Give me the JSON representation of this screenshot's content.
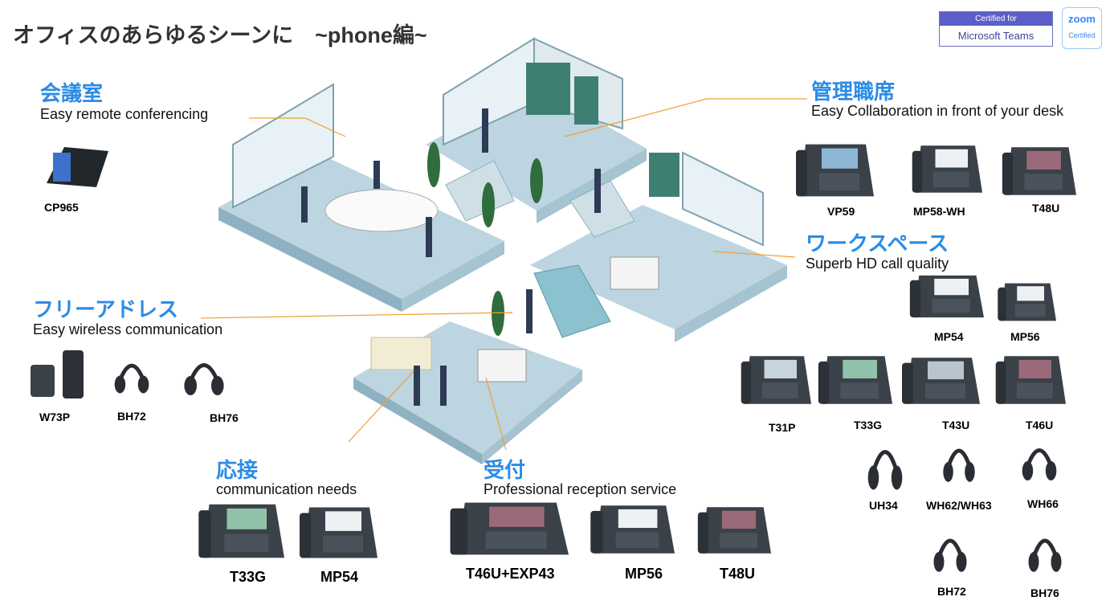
{
  "page_title": "オフィスのあらゆるシーンに　~phone編~",
  "badges": {
    "teams_top": "Certified for",
    "teams_bottom": "Microsoft Teams",
    "zoom_top": "zoom",
    "zoom_bottom": "Certified"
  },
  "zones": {
    "conference": {
      "title": "会議室",
      "desc": "Easy remote conferencing",
      "products": [
        "CP965"
      ]
    },
    "management": {
      "title": "管理職席",
      "desc": "Easy Collaboration in front of your desk",
      "products": [
        "VP59",
        "MP58-WH",
        "T48U"
      ]
    },
    "workspace": {
      "title": "ワークスペース",
      "desc": "Superb HD call quality",
      "products": [
        "MP54",
        "MP56",
        "T31P",
        "T33G",
        "T43U",
        "T46U",
        "UH34",
        "WH62/WH63",
        "WH66",
        "BH72",
        "BH76"
      ]
    },
    "free_address": {
      "title": "フリーアドレス",
      "desc": "Easy wireless communication",
      "products": [
        "W73P",
        "BH72",
        "BH76"
      ]
    },
    "reception_room": {
      "title": "応接",
      "desc": "communication needs",
      "products": [
        "T33G",
        "MP54"
      ]
    },
    "reception": {
      "title": "受付",
      "desc": "Professional reception service",
      "products": [
        "T46U+EXP43",
        "MP56",
        "T48U"
      ]
    }
  },
  "colors": {
    "heading": "#2b8ce6",
    "floor": "#b9d3de",
    "leader_line": "#f0a030"
  },
  "icons": [
    "desk-phone-icon",
    "conference-phone-icon",
    "headset-icon",
    "dect-phone-icon",
    "office-illustration"
  ]
}
